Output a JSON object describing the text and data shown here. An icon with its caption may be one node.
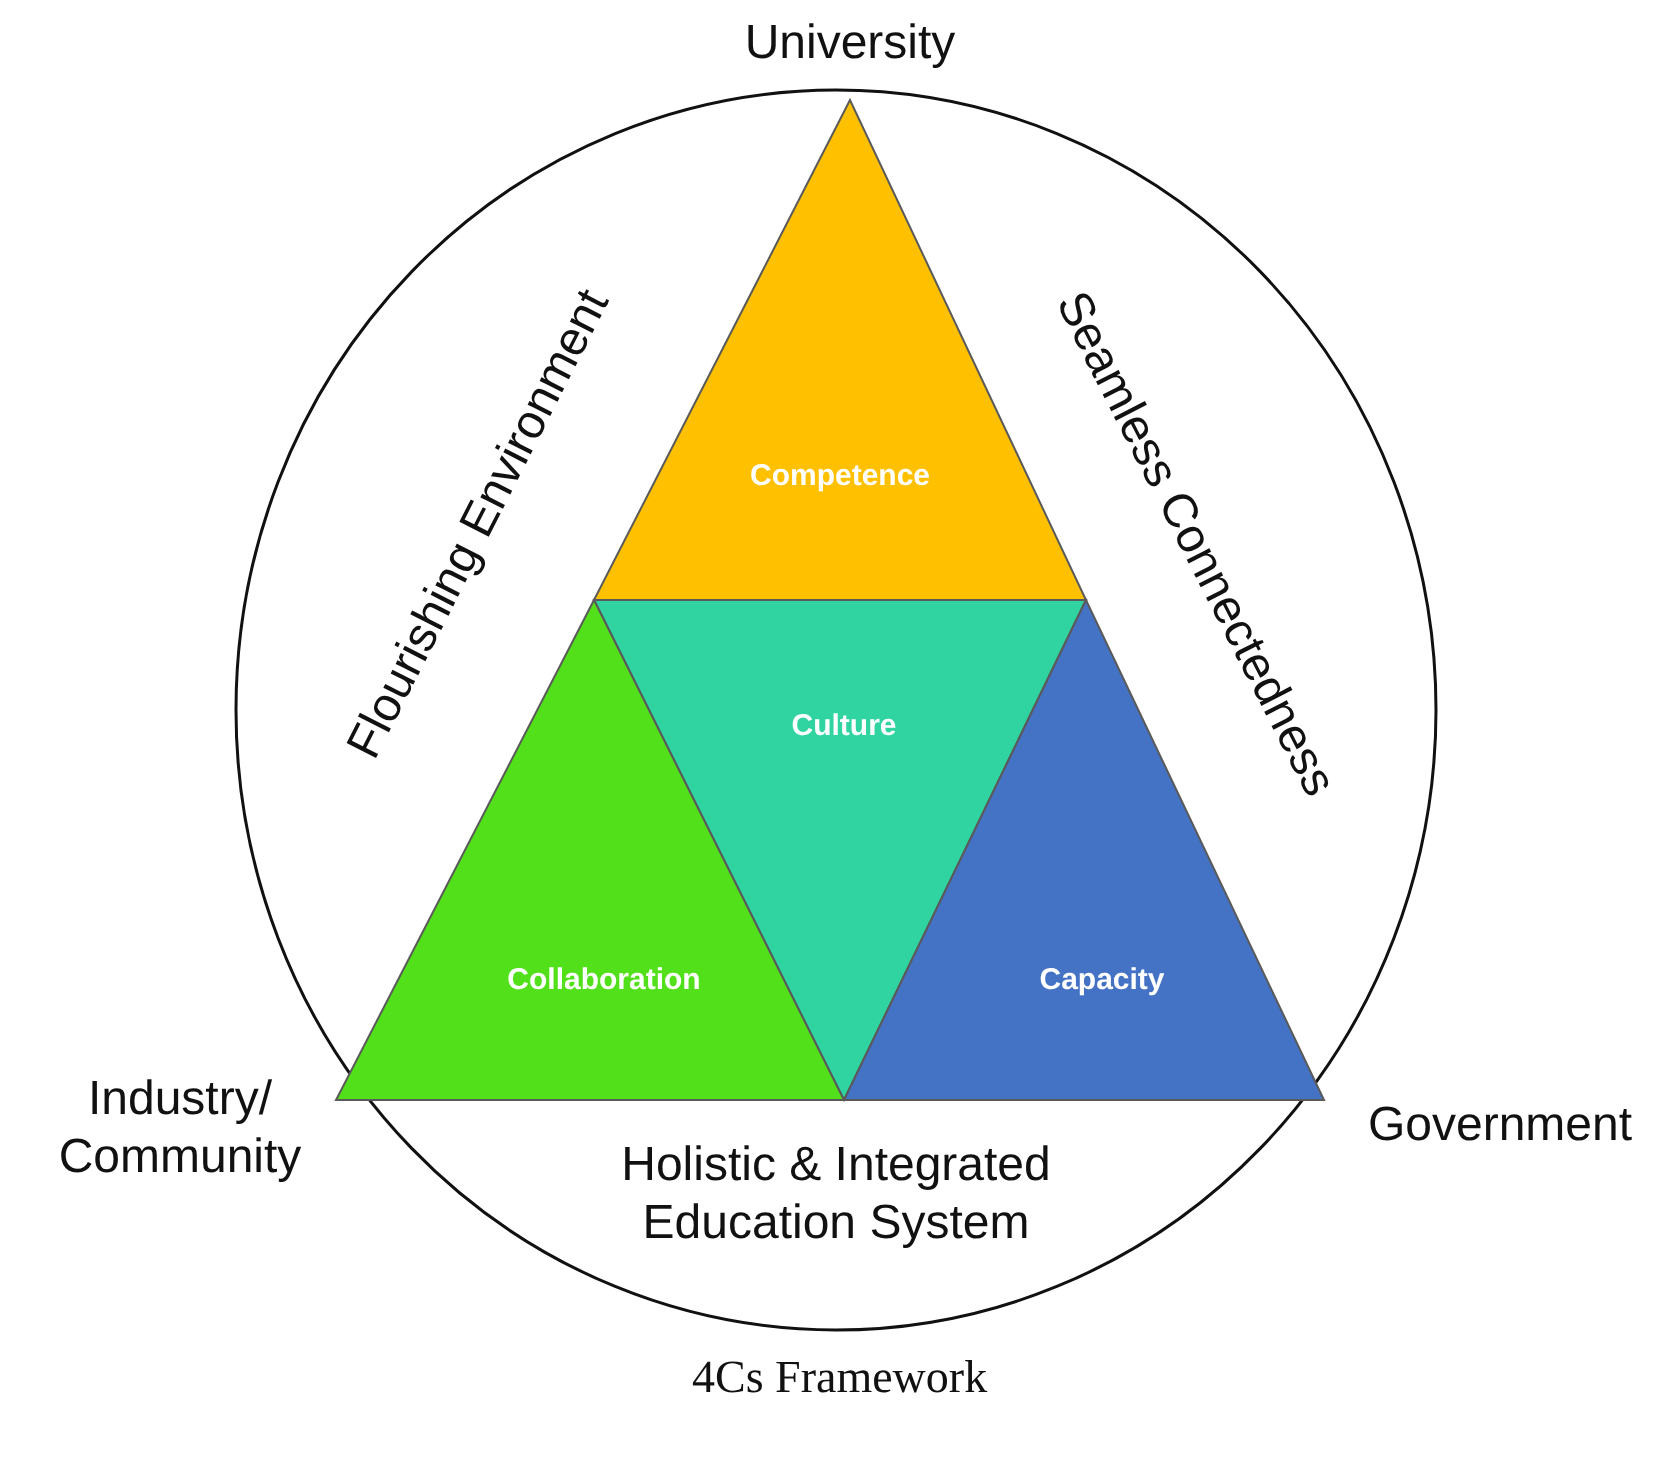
{
  "diagram": {
    "caption": "4Cs Framework",
    "nodes": [
      {
        "text": [
          "Competence"
        ]
      },
      {
        "text": [
          "Culture"
        ]
      },
      {
        "text": [
          "Collaboration"
        ]
      },
      {
        "text": [
          "Capacity"
        ]
      }
    ],
    "edges": [],
    "labels": [
      "University",
      "Flourishing Environment",
      "Seamless Connectedness",
      "Industry/ Community",
      "Government",
      "Holistic & Integrated Education System"
    ]
  }
}
